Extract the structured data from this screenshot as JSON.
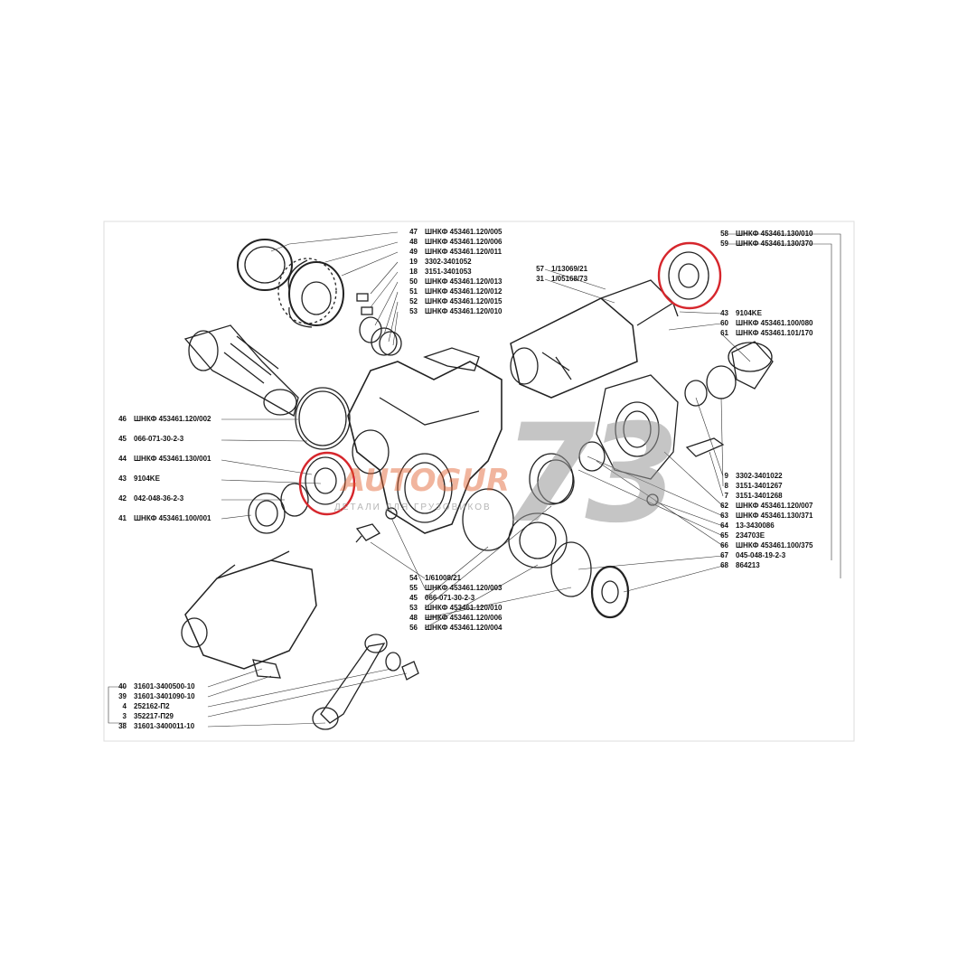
{
  "watermark": {
    "number": "73",
    "brand": "AUTOGUR",
    "tagline": "ДЕТАЛИ ДЛЯ ГРУЗОВИКОВ"
  },
  "highlight_color": "#d6262c",
  "labels_top": [
    {
      "num": "47",
      "code": "ШНКФ 453461.120/005"
    },
    {
      "num": "48",
      "code": "ШНКФ 453461.120/006"
    },
    {
      "num": "49",
      "code": "ШНКФ 453461.120/011"
    },
    {
      "num": "19",
      "code": "3302-3401052"
    },
    {
      "num": "18",
      "code": "3151-3401053"
    },
    {
      "num": "50",
      "code": "ШНКФ 453461.120/013"
    },
    {
      "num": "51",
      "code": "ШНКФ 453461.120/012"
    },
    {
      "num": "52",
      "code": "ШНКФ 453461.120/015"
    },
    {
      "num": "53",
      "code": "ШНКФ 453461.120/010"
    }
  ],
  "labels_top_mid": [
    {
      "num": "57",
      "code": "1/13069/21"
    },
    {
      "num": "31",
      "code": "1/05168/73"
    }
  ],
  "labels_top_right_a": [
    {
      "num": "58",
      "code": "ШНКФ 453461.130/010"
    },
    {
      "num": "59",
      "code": "ШНКФ 453461.130/370"
    }
  ],
  "labels_top_right_b": [
    {
      "num": "43",
      "code": "9104KE"
    },
    {
      "num": "60",
      "code": "ШНКФ 453461.100/080"
    },
    {
      "num": "61",
      "code": "ШНКФ 453461.101/170"
    }
  ],
  "labels_left": [
    {
      "num": "46",
      "code": "ШНКФ 453461.120/002"
    },
    {
      "num": "45",
      "code": "066-071-30-2-3"
    },
    {
      "num": "44",
      "code": "ШНКФ 453461.130/001"
    },
    {
      "num": "43",
      "code": "9104KE"
    },
    {
      "num": "42",
      "code": "042-048-36-2-3"
    },
    {
      "num": "41",
      "code": "ШНКФ 453461.100/001"
    }
  ],
  "labels_right": [
    {
      "num": "9",
      "code": "3302-3401022"
    },
    {
      "num": "8",
      "code": "3151-3401267"
    },
    {
      "num": "7",
      "code": "3151-3401268"
    },
    {
      "num": "62",
      "code": "ШНКФ 453461.120/007"
    },
    {
      "num": "63",
      "code": "ШНКФ 453461.130/371"
    },
    {
      "num": "64",
      "code": "13-3430086"
    },
    {
      "num": "65",
      "code": "234703E"
    },
    {
      "num": "66",
      "code": "ШНКФ 453461.100/375"
    },
    {
      "num": "67",
      "code": "045-048-19-2-3"
    },
    {
      "num": "68",
      "code": "864213"
    }
  ],
  "labels_bottom_mid": [
    {
      "num": "54",
      "code": "1/61008/21"
    },
    {
      "num": "55",
      "code": "ШНКФ 453461.120/003"
    },
    {
      "num": "45",
      "code": "066-071-30-2-3"
    },
    {
      "num": "53",
      "code": "ШНКФ 453461.120/010"
    },
    {
      "num": "48",
      "code": "ШНКФ 453461.120/006"
    },
    {
      "num": "56",
      "code": "ШНКФ 453461.120/004"
    }
  ],
  "labels_bottom_left": [
    {
      "num": "40",
      "code": "31601-3400500-10"
    },
    {
      "num": "39",
      "code": "31601-3401090-10"
    },
    {
      "num": "4",
      "code": "252162-П2"
    },
    {
      "num": "3",
      "code": "352217-П29"
    },
    {
      "num": "38",
      "code": "31601-3400011-10"
    }
  ]
}
